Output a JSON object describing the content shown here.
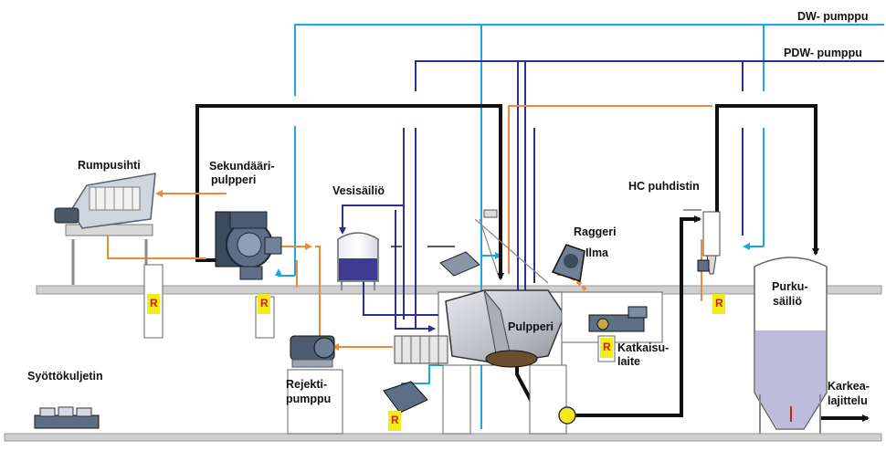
{
  "diagram": {
    "labels": {
      "dw_pump": "DW- pumppu",
      "pdw_pump": "PDW- pumppu",
      "rumpusihti": "Rumpusihti",
      "sekundaari_1": "Sekundääri-",
      "sekundaari_2": "pulpperi",
      "vesisailio": "Vesisäiliö",
      "raggeri": "Raggeri",
      "ilma": "Ilma",
      "hc_puhdistin": "HC puhdistin",
      "purku_1": "Purku-",
      "purku_2": "säiliö",
      "pulpperi": "Pulpperi",
      "katkaisu_1": "Katkaisu-",
      "katkaisu_2": "laite",
      "rejekti_1": "Rejekti-",
      "rejekti_2": "pumppu",
      "syottokuljetin": "Syöttökuljetin",
      "karkea_1": "Karkea-",
      "karkea_2": "lajittelu",
      "reject_marker": "R"
    },
    "colors": {
      "dw_line": "#1aa7e0",
      "pdw_line": "#2c2f8f",
      "stock_line": "#111111",
      "reject_line": "#ee8a3a",
      "floor": "#cfcfcf",
      "machine": "#5d6f86",
      "tank_fill": "#b7b5d8",
      "valve": "#f2ea1d"
    },
    "icons": [
      "drum-screen-icon",
      "secondary-pulper-icon",
      "water-tank-icon",
      "reject-pump-icon",
      "pulper-icon",
      "ragger-icon",
      "cutter-icon",
      "hc-cleaner-icon",
      "discharge-tank-icon",
      "feed-conveyor-icon",
      "valve-icon",
      "reject-marker-icon"
    ]
  }
}
